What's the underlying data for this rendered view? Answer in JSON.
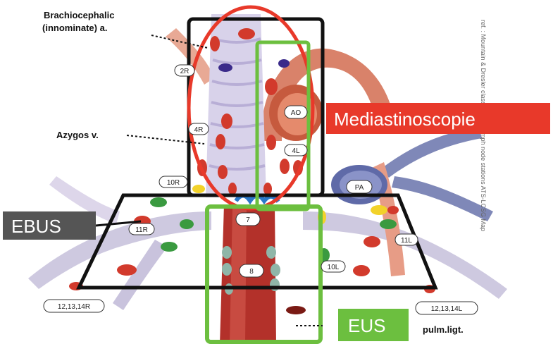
{
  "labels": {
    "brachio_line1": "Brachiocephalic",
    "brachio_line2": "(innominate) a.",
    "azygos": "Azygos v.",
    "pulm_ligt": "pulm.ligt.",
    "credit": "ref. : Mountain & Dresler classification lymph node stations ATS-LCSG Map"
  },
  "nodes": {
    "n2r": "2R",
    "n4r": "4R",
    "n10r": "10R",
    "n11r": "11R",
    "n4l": "4L",
    "n10l": "10L",
    "n11l": "11L",
    "n7": "7",
    "n8": "8",
    "n12r": "12,13,14R",
    "n12l": "12,13,14L",
    "ao": "AO",
    "pa": "PA"
  },
  "boxes": {
    "mediastinoscopie": "Mediastinoscopie",
    "ebus": "EBUS",
    "eus": "EUS"
  },
  "colors": {
    "mediastinoscopie": "#e8392a",
    "eus": "#6cbf3f",
    "ebus": "#555555",
    "node_red": "#d23a2c",
    "node_green": "#3a9a40",
    "node_yellow": "#f2d22a",
    "node_purple": "#3a2a8a"
  }
}
